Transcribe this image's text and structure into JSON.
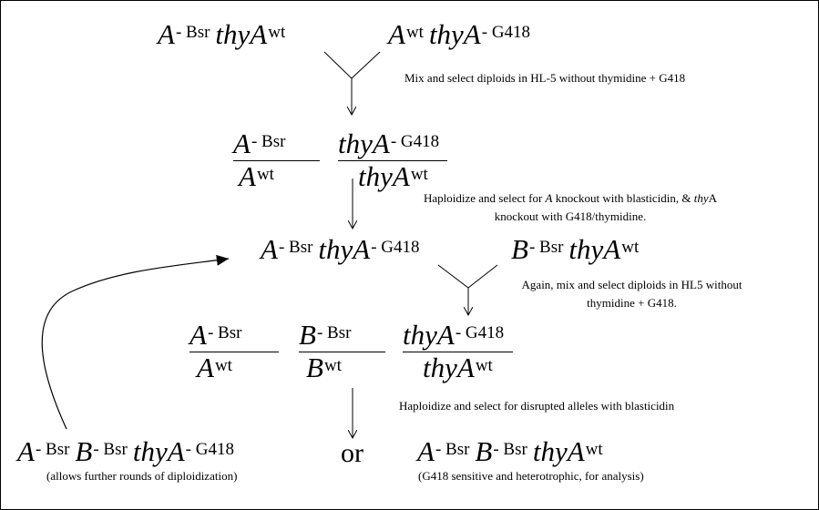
{
  "row1": {
    "left": [
      {
        "base": "A",
        "sup": "- Bsr"
      },
      {
        "base": "thyA",
        "sup": "wt"
      }
    ],
    "right": [
      {
        "base": "A",
        "sup": "wt"
      },
      {
        "base": "thyA",
        "sup": "- G418"
      }
    ],
    "note": "Mix and select diploids in HL-5 without thymidine + G418"
  },
  "diploid1": {
    "a": {
      "top": {
        "base": "A",
        "sup": "- Bsr"
      },
      "bottom": {
        "base": "A",
        "sup": "wt"
      }
    },
    "thy": {
      "top": {
        "base": "thyA",
        "sup": "- G418"
      },
      "bottom": {
        "base": "thyA",
        "sup": "wt"
      }
    },
    "note": {
      "p1": "Haploidize and select for ",
      "i1": "A",
      "p2": " knockout with blasticidin, & ",
      "i2": "thy",
      "p3": "A",
      "line2": "knockout with G418/thymidine."
    }
  },
  "row3": {
    "left": [
      {
        "base": "A",
        "sup": "- Bsr"
      },
      {
        "base": "thyA",
        "sup": "- G418"
      }
    ],
    "right": [
      {
        "base": "B",
        "sup": "- Bsr"
      },
      {
        "base": "thyA",
        "sup": "wt"
      }
    ],
    "note_line1": "Again, mix and select diploids in HL5 without",
    "note_line2": "thymidine + G418."
  },
  "diploid2": {
    "a": {
      "top": {
        "base": "A",
        "sup": "- Bsr"
      },
      "bottom": {
        "base": "A",
        "sup": "wt"
      }
    },
    "b": {
      "top": {
        "base": "B",
        "sup": "- Bsr"
      },
      "bottom": {
        "base": "B",
        "sup": "wt"
      }
    },
    "thy": {
      "top": {
        "base": "thyA",
        "sup": "- G418"
      },
      "bottom": {
        "base": "thyA",
        "sup": "wt"
      }
    },
    "note": "Haploidize and select for disrupted alleles with blasticidin"
  },
  "result": {
    "left": [
      {
        "base": "A",
        "sup": "- Bsr"
      },
      {
        "base": "B",
        "sup": "- Bsr"
      },
      {
        "base": "thyA",
        "sup": "- G418"
      }
    ],
    "left_caption": "(allows further rounds of diploidization)",
    "or": "or",
    "right": [
      {
        "base": "A",
        "sup": "- Bsr"
      },
      {
        "base": "B",
        "sup": "- Bsr"
      },
      {
        "base": "thyA",
        "sup": "wt"
      }
    ],
    "right_caption": "(G418 sensitive and heterotrophic, for analysis)"
  }
}
